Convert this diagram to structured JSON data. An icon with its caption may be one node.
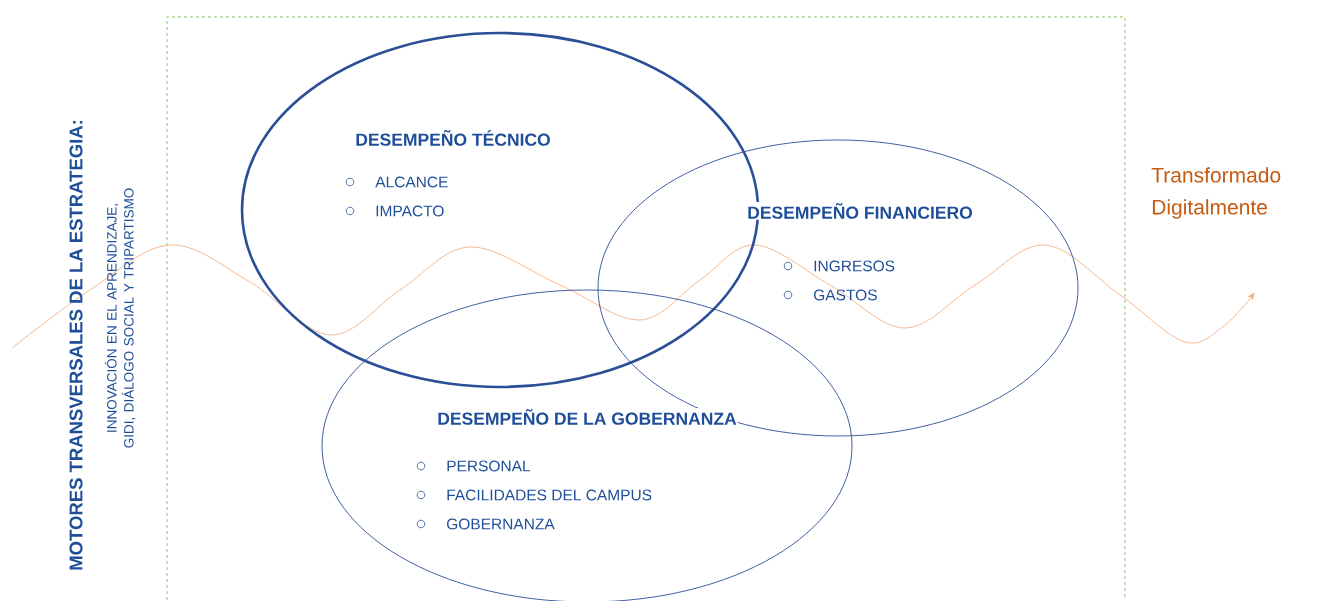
{
  "diagram": {
    "nodes": [
      {
        "text": [
          "DESEMPEÑO TÉCNICO",
          "ALCANCE",
          "IMPACTO"
        ]
      },
      {
        "text": [
          "DESEMPEÑO FINANCIERO",
          "INGRESOS",
          "GASTOS"
        ]
      },
      {
        "text": [
          "DESEMPEÑO DE LA GOBERNANZA",
          "PERSONAL",
          "FACILIDADES DEL CAMPUS",
          "GOBERNANZA"
        ]
      }
    ],
    "labels": [
      "MOTORES TRANSVERSALES DE LA ESTRATEGIA:",
      "INNOVACIÓN EN EL APRENDIZAJE, GIDI, DIÁLOGO SOCIAL Y TRIPARTISMO",
      "Transformado Digitalmente"
    ]
  }
}
